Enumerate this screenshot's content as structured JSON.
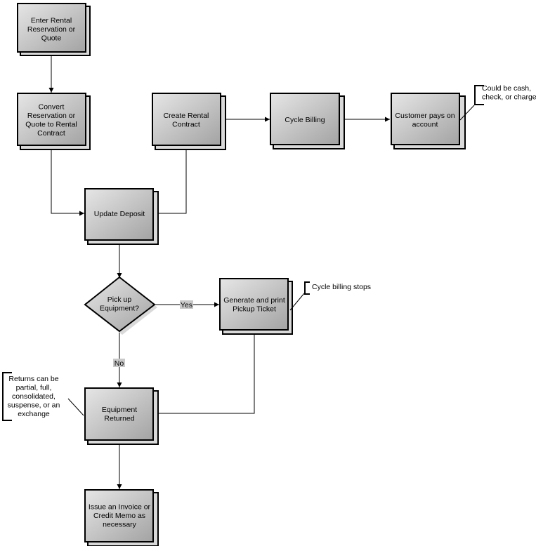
{
  "nodes": {
    "enter_rental": [
      "Enter Rental",
      "Reservation or",
      "Quote"
    ],
    "convert_reservation": [
      "Convert",
      "Reservation or",
      "Quote to Rental",
      "Contract"
    ],
    "create_rental_contract": [
      "Create Rental",
      "Contract"
    ],
    "cycle_billing": [
      "Cycle Billing"
    ],
    "customer_pays": [
      "Customer pays on",
      "account"
    ],
    "update_deposit": [
      "Update Deposit"
    ],
    "pick_up_equipment": [
      "Pick up",
      "Equipment?"
    ],
    "generate_pickup_ticket": [
      "Generate and print",
      "Pickup Ticket"
    ],
    "equipment_returned": [
      "Equipment",
      "Returned"
    ],
    "issue_invoice": [
      "Issue an Invoice or",
      "Credit Memo as",
      "necessary"
    ]
  },
  "edge_labels": {
    "yes": "Yes",
    "no": "No"
  },
  "annotations": {
    "payment_note": [
      "Could be cash,",
      "check, or charge."
    ],
    "cycle_billing_stops": [
      "Cycle billing stops"
    ],
    "returns_note": [
      "Returns can be",
      "partial, full,",
      "consolidated,",
      "suspense, or an",
      "exchange"
    ]
  },
  "colors": {
    "box_light": "#e6e6e6",
    "box_dark": "#a6a6a6",
    "shadow": "#d9d9d9",
    "line": "#000000",
    "label_bg": "#c8c8c8"
  }
}
